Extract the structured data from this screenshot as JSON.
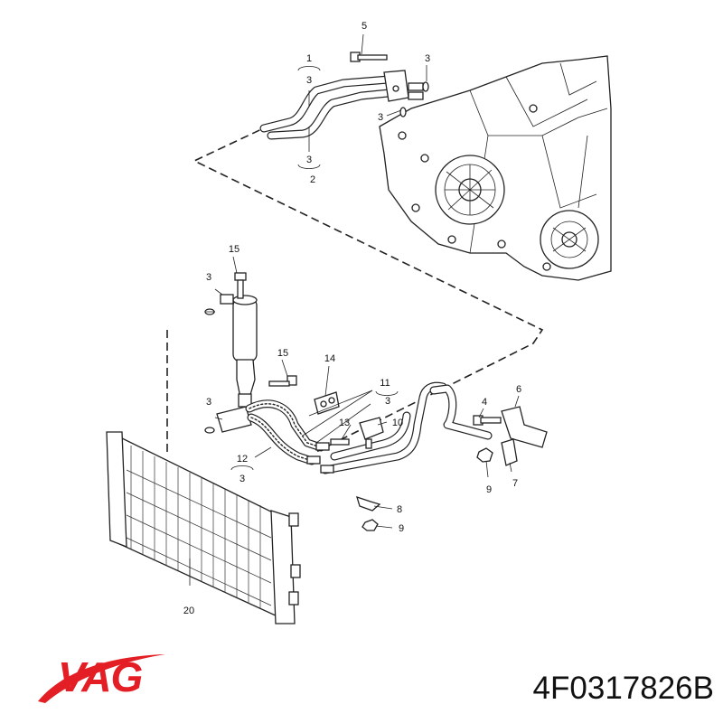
{
  "brand": {
    "logo_text": "VAG",
    "logo_color": "#e31e24"
  },
  "part_number": "4F0317826B",
  "callouts": {
    "c1": "1",
    "c1_qty": "3",
    "c2": "2",
    "c2_qty": "3",
    "c3a": "3",
    "c3b": "3",
    "c3c": "3",
    "c3d": "3",
    "c4": "4",
    "c5": "5",
    "c6": "6",
    "c7": "7",
    "c8": "8",
    "c9a": "9",
    "c9b": "9",
    "c10": "10",
    "c11": "11",
    "c11_qty": "3",
    "c12": "12",
    "c12_qty": "3",
    "c13": "13",
    "c14": "14",
    "c15a": "15",
    "c15b": "15",
    "c20": "20"
  }
}
